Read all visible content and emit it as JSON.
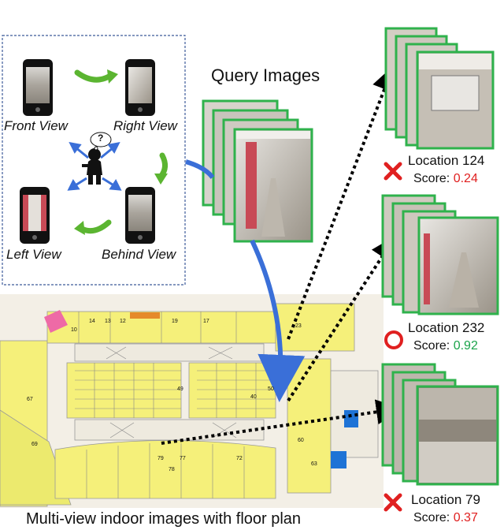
{
  "title_query": "Query Images",
  "caption": "Multi-view indoor images with floor plan",
  "views": {
    "front": "Front View",
    "right": "Right View",
    "left": "Left View",
    "behind": "Behind View"
  },
  "person_thought": "?",
  "results": [
    {
      "location": "Location 124",
      "score_label": "Score:",
      "score": "0.24",
      "verdict": "cross",
      "score_color": "#e02020"
    },
    {
      "location": "Location 232",
      "score_label": "Score:",
      "score": "0.92",
      "verdict": "circle",
      "score_color": "#1aa34a"
    },
    {
      "location": "Location 79",
      "score_label": "Score:",
      "score": "0.37",
      "verdict": "cross",
      "score_color": "#e02020"
    }
  ],
  "floorplan_numbers": [
    "14",
    "13",
    "12",
    "10",
    "19",
    "17",
    "23",
    "67",
    "69",
    "49",
    "40",
    "50",
    "60",
    "63",
    "72",
    "77",
    "78",
    "79"
  ],
  "colors": {
    "frame_green": "#2fb24c",
    "arrow_blue": "#3a6fd8",
    "rotate_green": "#5bb531",
    "dashed_border": "#3c5a99",
    "plan_yellow": "#f5f07a",
    "plan_paper": "#f3efe6",
    "cross_red": "#e02020",
    "circle_red": "#e02020"
  }
}
